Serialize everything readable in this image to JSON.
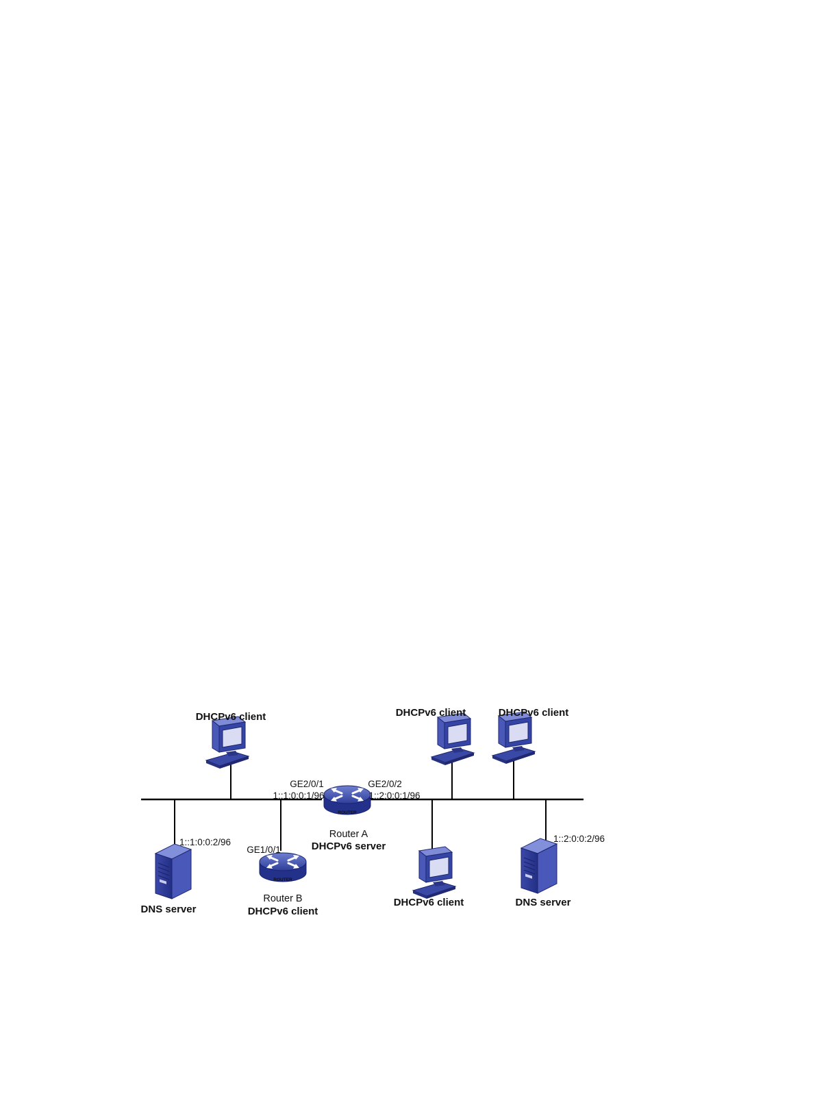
{
  "diagram": {
    "pc_top_left": {
      "label": "DHCPv6 client"
    },
    "pc_top_mid": {
      "label": "DHCPv6 client"
    },
    "pc_top_right": {
      "label": "DHCPv6 client"
    },
    "pc_bottom": {
      "label": "DHCPv6 client"
    },
    "router_a": {
      "name": "Router A",
      "role": "DHCPv6 server",
      "left_port": "GE2/0/1",
      "left_ip": "1::1:0:0:1/96",
      "right_port": "GE2/0/2",
      "right_ip": "1::2:0:0:1/96",
      "badge": "ROUTER"
    },
    "router_b": {
      "name": "Router B",
      "role": "DHCPv6 client",
      "port": "GE1/0/1",
      "badge": "ROUTER"
    },
    "dns_left": {
      "label": "DNS server",
      "ip": "1::1:0:0:2/96"
    },
    "dns_right": {
      "label": "DNS server",
      "ip": "1::2:0:0:2/96"
    }
  }
}
